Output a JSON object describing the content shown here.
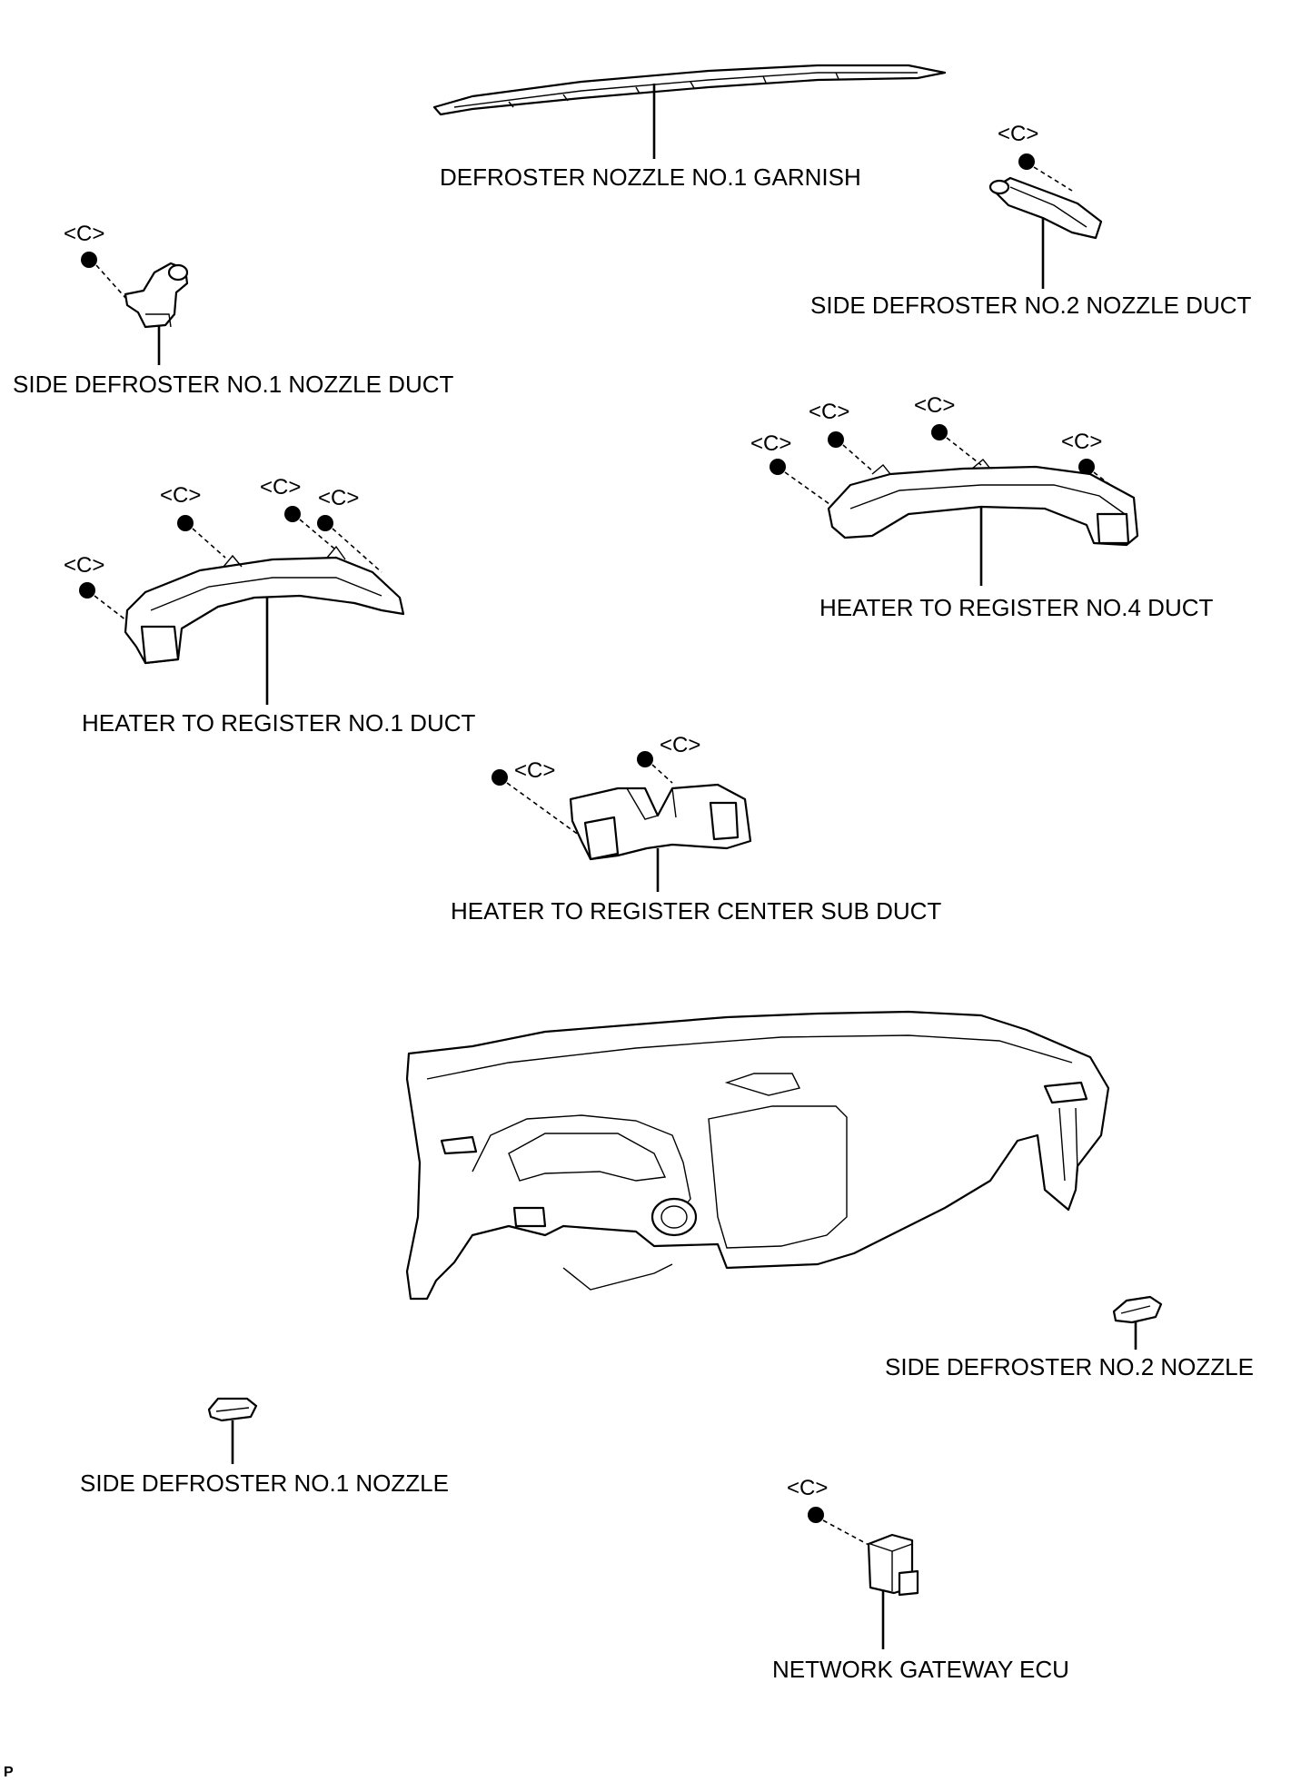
{
  "labels": {
    "defroster_nozzle_no1_garnish": "DEFROSTER NOZZLE NO.1 GARNISH",
    "side_defroster_no2_nozzle_duct": "SIDE DEFROSTER NO.2 NOZZLE DUCT",
    "side_defroster_no1_nozzle_duct": "SIDE DEFROSTER  NO.1 NOZZLE DUCT",
    "heater_to_register_no4_duct": "HEATER TO REGISTER NO.4 DUCT",
    "heater_to_register_no1_duct": "HEATER TO REGISTER NO.1 DUCT",
    "heater_to_register_center_sub_duct": "HEATER TO REGISTER CENTER SUB DUCT",
    "side_defroster_no2_nozzle": "SIDE DEFROSTER NO.2 NOZZLE",
    "side_defroster_no1_nozzle": "SIDE DEFROSTER NO.1 NOZZLE",
    "network_gateway_ecu": "NETWORK GATEWAY ECU"
  },
  "fastener_code": "<C>",
  "page_marker": "P"
}
